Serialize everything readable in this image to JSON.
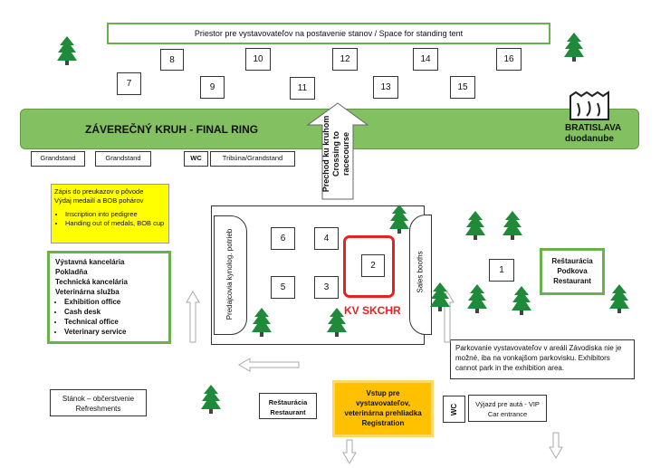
{
  "top_area": "Priestor pre vystavovateľov na postavenie stanov / Space for standing tent",
  "rings": [
    "7",
    "8",
    "9",
    "10",
    "11",
    "12",
    "13",
    "14",
    "15",
    "16"
  ],
  "final_ring": "ZÁVEREČNÝ KRUH - FINAL RING",
  "stands": {
    "grandstand_1": "Grandstand",
    "grandstand_2": "Grandstand",
    "wc_1": "WC",
    "tribuna": "Tribúna/Grandstand"
  },
  "crossing": [
    "Prechod ku kruhom",
    "Crossing to",
    "racecourse"
  ],
  "logo": {
    "line1": "BRATISLAVA",
    "line2": "duodanube"
  },
  "registration_info": {
    "line1": "Zápis do preukazov o pôvode",
    "line2": "Výdaj medailí a BOB pohárov",
    "bullet1": "Inscription into pedigree",
    "bullet2": "Handing out of medals, BOB cup"
  },
  "offices": {
    "lines": [
      "Výstavná kancelária",
      "Pokladňa",
      "Technická kancelária",
      "Veterinárna služba"
    ],
    "bullets": [
      "Exhibition office",
      "Cash desk",
      "Technical office",
      "Veterinary service"
    ]
  },
  "hall_rings": [
    "6",
    "4",
    "2",
    "5",
    "3"
  ],
  "kynolog": "Predajcovia kynolog. potrieb",
  "sales_booths": "Sales booths",
  "kv_label": "KV SKCHR",
  "ring_1": "1",
  "restaurant_podkova": [
    "Reštaurácia",
    "Podkova",
    "Restaurant"
  ],
  "parking": "Parkovanie vystavovateľov v areáli Závodiska nie je možné, iba na vonkajšom parkovisku. Exhibitors cannot park in the exhibition area.",
  "refreshments": [
    "Stánok – občerstvenie",
    "Refreshments"
  ],
  "restaurant_bottom": [
    "Reštaurácia",
    "Restaurant"
  ],
  "entrance": [
    "Vstup pre",
    "vystavovateľov,",
    "veterinárna prehliadka",
    "Registration"
  ],
  "wc_2": "WC",
  "car_entrance": [
    "Výjazd pre autá - VIP",
    "Car entrance"
  ]
}
